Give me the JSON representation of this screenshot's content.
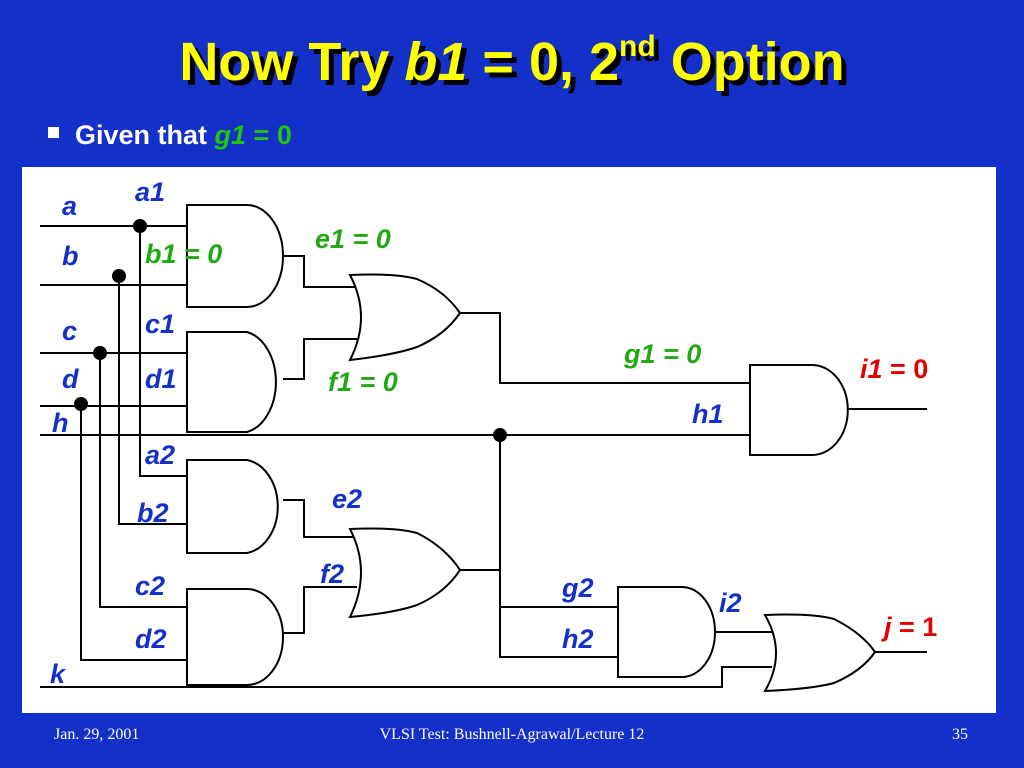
{
  "title": {
    "prefix": "Now Try ",
    "var": "b1",
    "middle": " = 0, 2",
    "sup": "nd",
    "suffix": " Option"
  },
  "bullet": {
    "prefix": "Given that ",
    "var": "g1",
    "suffix": " = 0"
  },
  "circuit": {
    "inputs": [
      "a",
      "b",
      "c",
      "d",
      "h",
      "k"
    ],
    "labels": {
      "a1": "a1",
      "b1": "b1 = 0",
      "c1": "c1",
      "d1": "d1",
      "a2": "a2",
      "b2": "b2",
      "c2": "c2",
      "d2": "d2",
      "e1": "e1 = 0",
      "f1": "f1 = 0",
      "e2": "e2",
      "f2": "f2",
      "g1": "g1 = 0",
      "h1": "h1",
      "g2": "g2",
      "h2": "h2",
      "i2": "i2"
    },
    "outputs": {
      "i1_var": "i1",
      "i1_val": " = 0",
      "j_var": "j",
      "j_val": " = 1"
    },
    "colors": {
      "signal": "#1330c8",
      "assigned": "#22a813",
      "output": "#e00000"
    }
  },
  "footer": {
    "date": "Jan. 29, 2001",
    "course": "VLSI Test: Bushnell-Agrawal/Lecture 12",
    "page": "35"
  }
}
